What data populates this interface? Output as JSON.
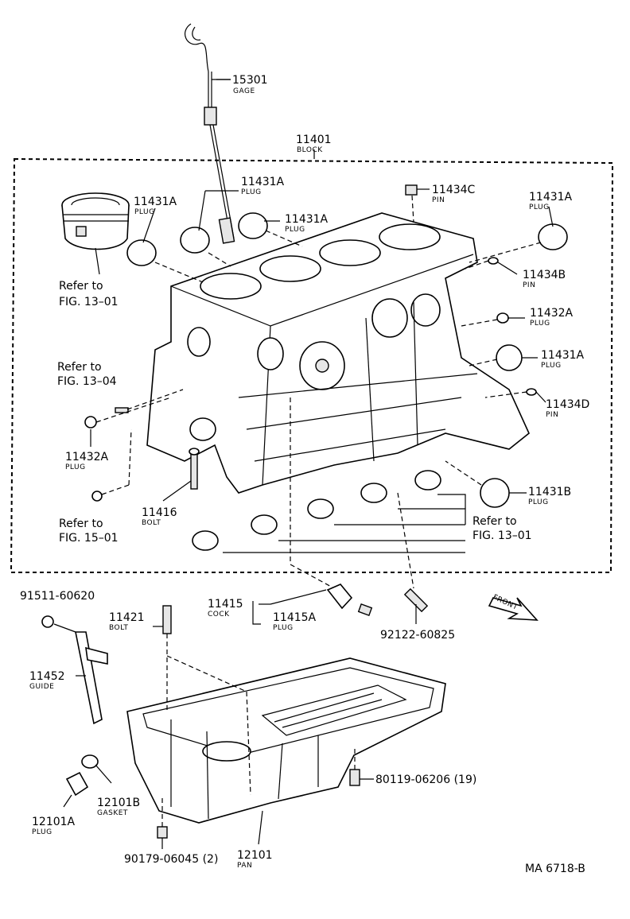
{
  "callouts": {
    "gage": {
      "number": "15301",
      "name": "GAGE"
    },
    "block": {
      "number": "11401",
      "name": "BLOCK"
    },
    "plug_top_center": {
      "number": "11431A",
      "name": "PLUG"
    },
    "plug_top_left": {
      "number": "11431A",
      "name": "PLUG"
    },
    "plug_mid_center": {
      "number": "11431A",
      "name": "PLUG"
    },
    "pin_top": {
      "number": "11434C",
      "name": "PIN"
    },
    "plug_top_right": {
      "number": "11431A",
      "name": "PLUG"
    },
    "pin_right_upper": {
      "number": "11434B",
      "name": "PIN"
    },
    "plug_small_right": {
      "number": "11432A",
      "name": "PLUG"
    },
    "plug_right": {
      "number": "11431A",
      "name": "PLUG"
    },
    "pin_right_lower": {
      "number": "11434D",
      "name": "PIN"
    },
    "plug_small_left": {
      "number": "11432A",
      "name": "PLUG"
    },
    "bolt_block": {
      "number": "11416",
      "name": "BOLT"
    },
    "plug_lower_right": {
      "number": "11431B",
      "name": "PLUG"
    },
    "cock": {
      "number": "11415",
      "name": "COCK"
    },
    "cock_plug": {
      "number": "11415A",
      "name": "PLUG"
    },
    "stud": {
      "number": "92122-60825"
    },
    "ring": {
      "number": "91511-60620"
    },
    "bolt_pan": {
      "number": "11421",
      "name": "BOLT"
    },
    "guide": {
      "number": "11452",
      "name": "GUIDE"
    },
    "pan_bolt_right": {
      "number": "80119-06206 (19)"
    },
    "gasket": {
      "number": "12101B",
      "name": "GASKET"
    },
    "drain_plug": {
      "number": "12101A",
      "name": "PLUG"
    },
    "pan_bolt_bottom": {
      "number": "90179-06045 (2)"
    },
    "pan": {
      "number": "12101",
      "name": "PAN"
    }
  },
  "references": {
    "piston": {
      "line1": "Refer to",
      "line2": "FIG. 13–01"
    },
    "left_side": {
      "line1": "Refer to",
      "line2": "FIG. 13–04"
    },
    "lower_left": {
      "line1": "Refer to",
      "line2": "FIG. 15–01"
    },
    "bearings": {
      "line1": "Refer to",
      "line2": "FIG. 13–01"
    }
  },
  "front_arrow_label": "FRONT",
  "drawing_code": "MA 6718-B"
}
